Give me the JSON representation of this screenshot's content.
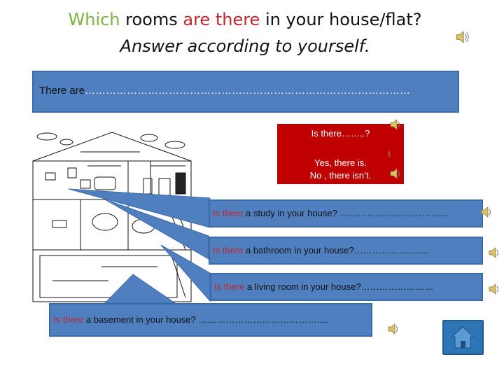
{
  "title": {
    "p1": "Which",
    "p2": " rooms ",
    "p3": "are there",
    "p4": " in your house/flat?"
  },
  "subtitle": "Answer according to yourself.",
  "there_box": {
    "label": "There are",
    "dots": "…………………………………………………………………………………"
  },
  "red_box": {
    "line1": "Is there……..?",
    "line2": "Yes, there is.",
    "line3": "No , there isn’t."
  },
  "questions": [
    {
      "prefix": "Is there",
      "rest": " a study in your house? ………………………………"
    },
    {
      "prefix": "Is there",
      "rest": " a bathroom in your house?……………………."
    },
    {
      "prefix": "Is there",
      "rest": " a living room in your house?……………………"
    },
    {
      "prefix": "Is there",
      "rest": " a basement in your house? ……………………………………."
    }
  ],
  "icons": {
    "speaker": "speaker-icon",
    "home": "home-icon"
  },
  "colors": {
    "box_blue": "#4f7fbf",
    "red_box": "#c00000",
    "highlight_red": "#c0272d",
    "highlight_green": "#7cb342",
    "home_button": "#2e75b6"
  }
}
